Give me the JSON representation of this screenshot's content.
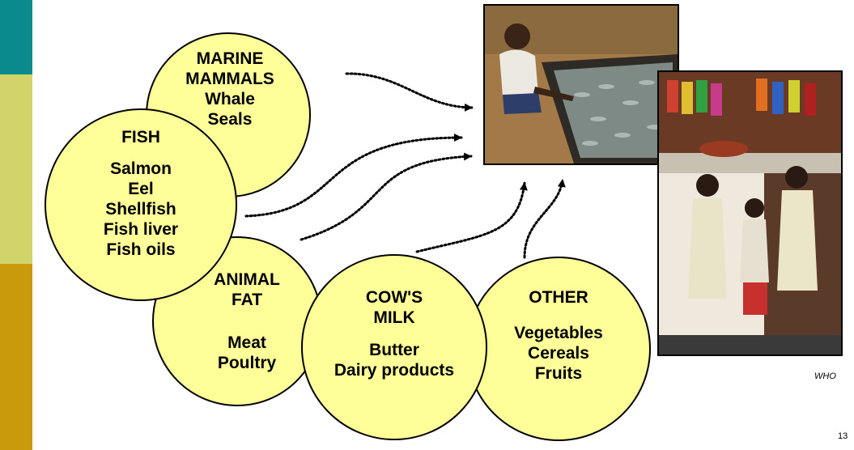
{
  "sources": {
    "marine_mammals": {
      "title_lines": [
        "MARINE",
        "MAMMALS"
      ],
      "items": [
        "Whale",
        "Seals"
      ]
    },
    "fish": {
      "title": "FISH",
      "items": [
        "Salmon",
        "Eel",
        "Shellfish",
        "Fish liver",
        "Fish oils"
      ]
    },
    "animal_fat": {
      "title_lines": [
        "ANIMAL",
        "FAT"
      ],
      "items": [
        "Meat",
        "Poultry"
      ]
    },
    "cows_milk": {
      "title_lines": [
        "COW'S",
        "MILK"
      ],
      "items": [
        "Butter",
        "Dairy products"
      ]
    },
    "other": {
      "title": "OTHER",
      "items": [
        "Vegetables",
        "Cereals",
        "Fruits"
      ]
    }
  },
  "photo_credit": "WHO",
  "page_number": "13",
  "colors": {
    "circle_fill": "#ffff99",
    "side_teal": "#0a8a8a",
    "side_lime": "#d3d36b",
    "side_gold": "#c99a0c"
  }
}
